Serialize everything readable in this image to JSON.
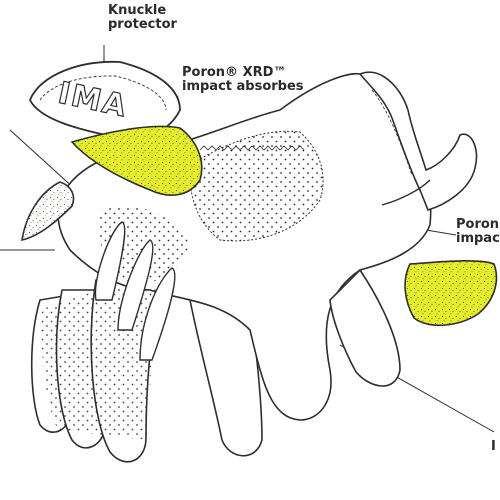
{
  "callouts": {
    "knuckle": {
      "line1": "Knuckle",
      "line2": "protector"
    },
    "poron_top": {
      "line1": "Poron® XRD™",
      "line2": "impact absorbes"
    },
    "poron_right": {
      "line1": "Poron®",
      "line2": "impact"
    },
    "lower_right_fragment": "I"
  },
  "colors": {
    "pad_fill": "#e4ec2e",
    "pad_dots": "#3a3d10",
    "outline": "#2e2e2e",
    "background": "#ffffff"
  },
  "brand_mark": "IMA"
}
